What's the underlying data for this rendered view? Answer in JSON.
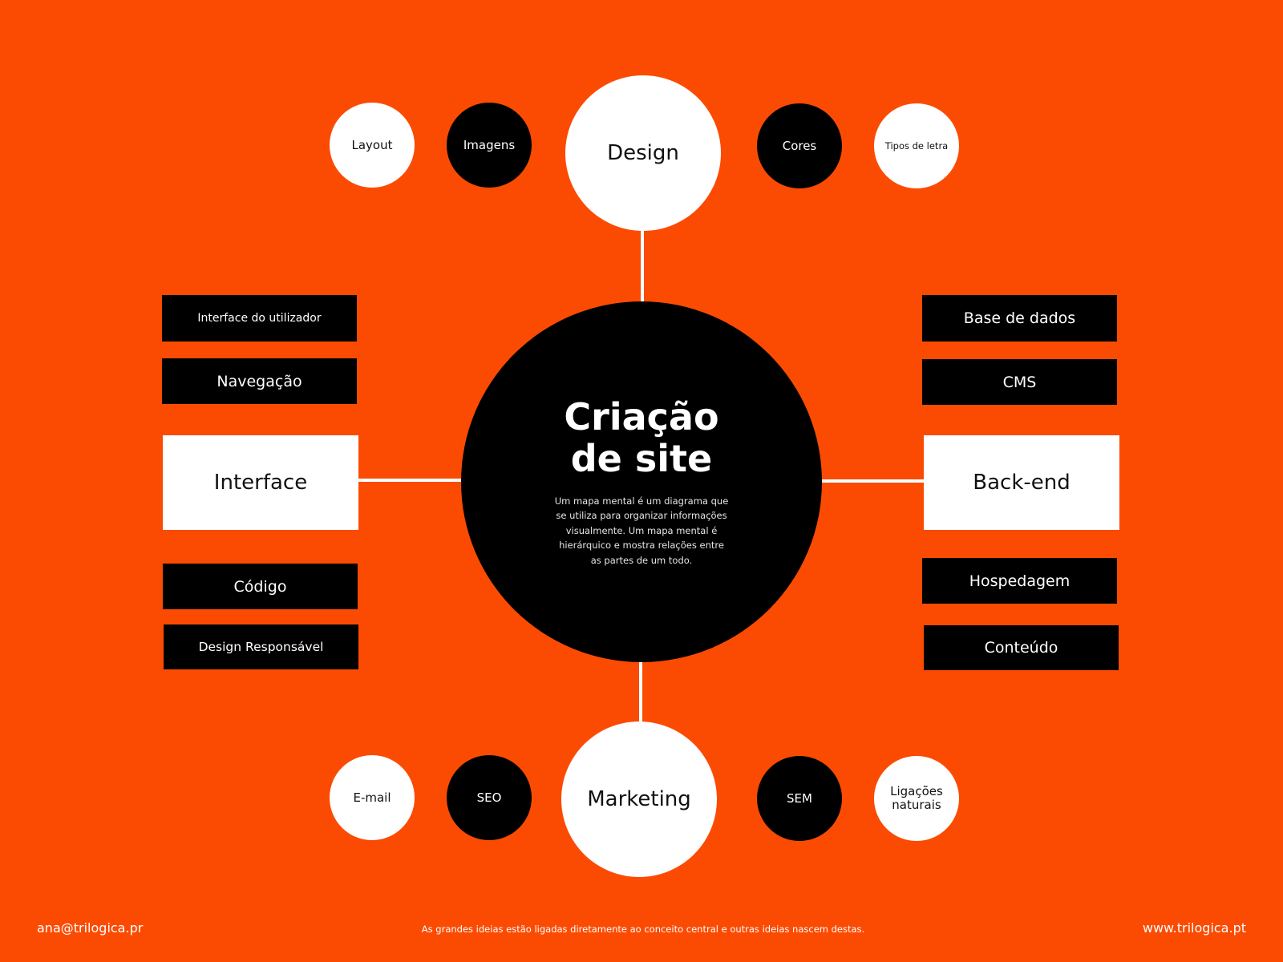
{
  "colors": {
    "background": "#fb4b03",
    "black": "#000000",
    "white": "#ffffff"
  },
  "center": {
    "title_line1": "Criação",
    "title_line2": "de site",
    "description": "Um mapa mental é um diagrama que se utiliza para organizar informações visualmente. Um mapa mental é hierárquico e mostra relações entre as partes de um todo."
  },
  "branches": {
    "top": {
      "label": "Design",
      "children": [
        "Layout",
        "Imagens",
        "Cores",
        "Tipos de letra"
      ]
    },
    "bottom": {
      "label": "Marketing",
      "children": [
        "E-mail",
        "SEO",
        "SEM",
        "Ligações naturais"
      ]
    },
    "left": {
      "label": "Interface",
      "children": [
        "Interface do utilizador",
        "Navegação",
        "Código",
        "Design Responsável"
      ]
    },
    "right": {
      "label": "Back-end",
      "children": [
        "Base de dados",
        "CMS",
        "Hospedagem",
        "Conteúdo"
      ]
    }
  },
  "footer": {
    "email": "ana@trilogica.pr",
    "tagline": "As grandes ideias estão ligadas diretamente ao conceito central e outras ideias nascem destas.",
    "website": "www.trilogica.pt"
  }
}
